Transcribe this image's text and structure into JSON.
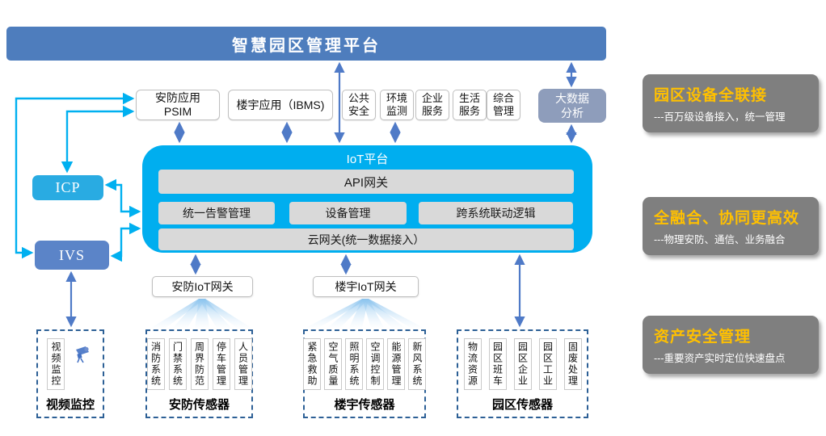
{
  "banner": {
    "title": "智慧园区管理平台"
  },
  "colors": {
    "banner_blue": "#4e7dbd",
    "iot_cyan": "#00aeef",
    "icp_blue": "#29abe2",
    "ivs_blue": "#5b84c8",
    "bigdata_slate": "#8e9dbb",
    "panel_gray": "#7f7f7f",
    "highlight_orange": "#ffc000",
    "arrow_steel": "#4f7ac7",
    "arrow_cyan": "#00b0f0",
    "bar_gray": "#d9d9d9"
  },
  "apps": {
    "psim": {
      "label": "安防应用\nPSIM"
    },
    "ibms": {
      "label": "楼宇应用（IBMS)"
    },
    "services": [
      {
        "label": "公共\n安全"
      },
      {
        "label": "环境\n监测"
      },
      {
        "label": "企业\n服务"
      },
      {
        "label": "生活\n服务"
      },
      {
        "label": "综合\n管理"
      }
    ],
    "bigdata": {
      "label": "大数据\n分析"
    }
  },
  "left": {
    "icp": "ICP",
    "ivs": "IVS"
  },
  "platform": {
    "title": "IoT平台",
    "api": "API网关",
    "modules": [
      "统一告警管理",
      "设备管理",
      "跨系统联动逻辑"
    ],
    "cloud": "云网关(统一数据接入）"
  },
  "gateways": [
    "安防IoT网关",
    "楼宇IoT网关"
  ],
  "sensors": [
    {
      "label": "视频监控",
      "columns": [
        "视频监控"
      ]
    },
    {
      "label": "安防传感器",
      "columns": [
        "消防系统",
        "门禁系统",
        "周界防范",
        "停车管理",
        "人员管理"
      ]
    },
    {
      "label": "楼宇传感器",
      "columns": [
        "紧急救助",
        "空气质量",
        "照明系统",
        "空调控制",
        "能源管理",
        "新风系统"
      ]
    },
    {
      "label": "园区传感器",
      "columns": [
        "物流资源",
        "园区班车",
        "园区企业",
        "园区工业",
        "固废处理"
      ]
    }
  ],
  "right_panels": [
    {
      "title": "园区设备全联接",
      "subtitle": "---百万级设备接入，统一管理"
    },
    {
      "title": "全融合、协同更高效",
      "subtitle": "---物理安防、通信、业务融合"
    },
    {
      "title": "资产安全管理",
      "subtitle": "---重要资产实时定位快速盘点"
    }
  ]
}
